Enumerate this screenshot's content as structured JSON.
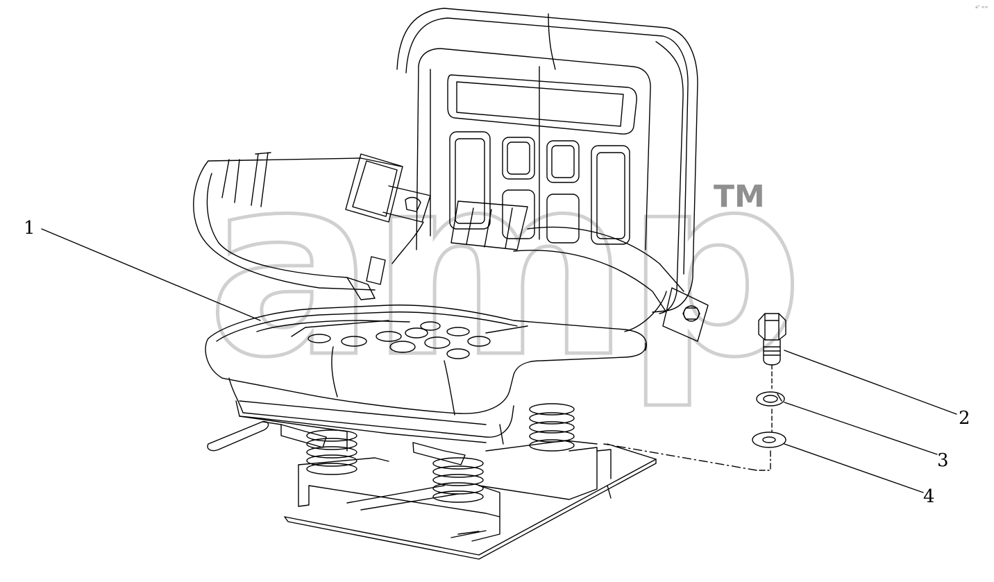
{
  "diagram": {
    "callouts": {
      "part_1": "1",
      "part_2": "2",
      "part_3": "3",
      "part_4": "4"
    },
    "watermark": {
      "text": "amp",
      "trademark": "TM"
    },
    "corner_mark": "a° ∞∞"
  },
  "colors": {
    "line": "#000000",
    "background": "#ffffff",
    "watermark": "#aaaaaa"
  }
}
